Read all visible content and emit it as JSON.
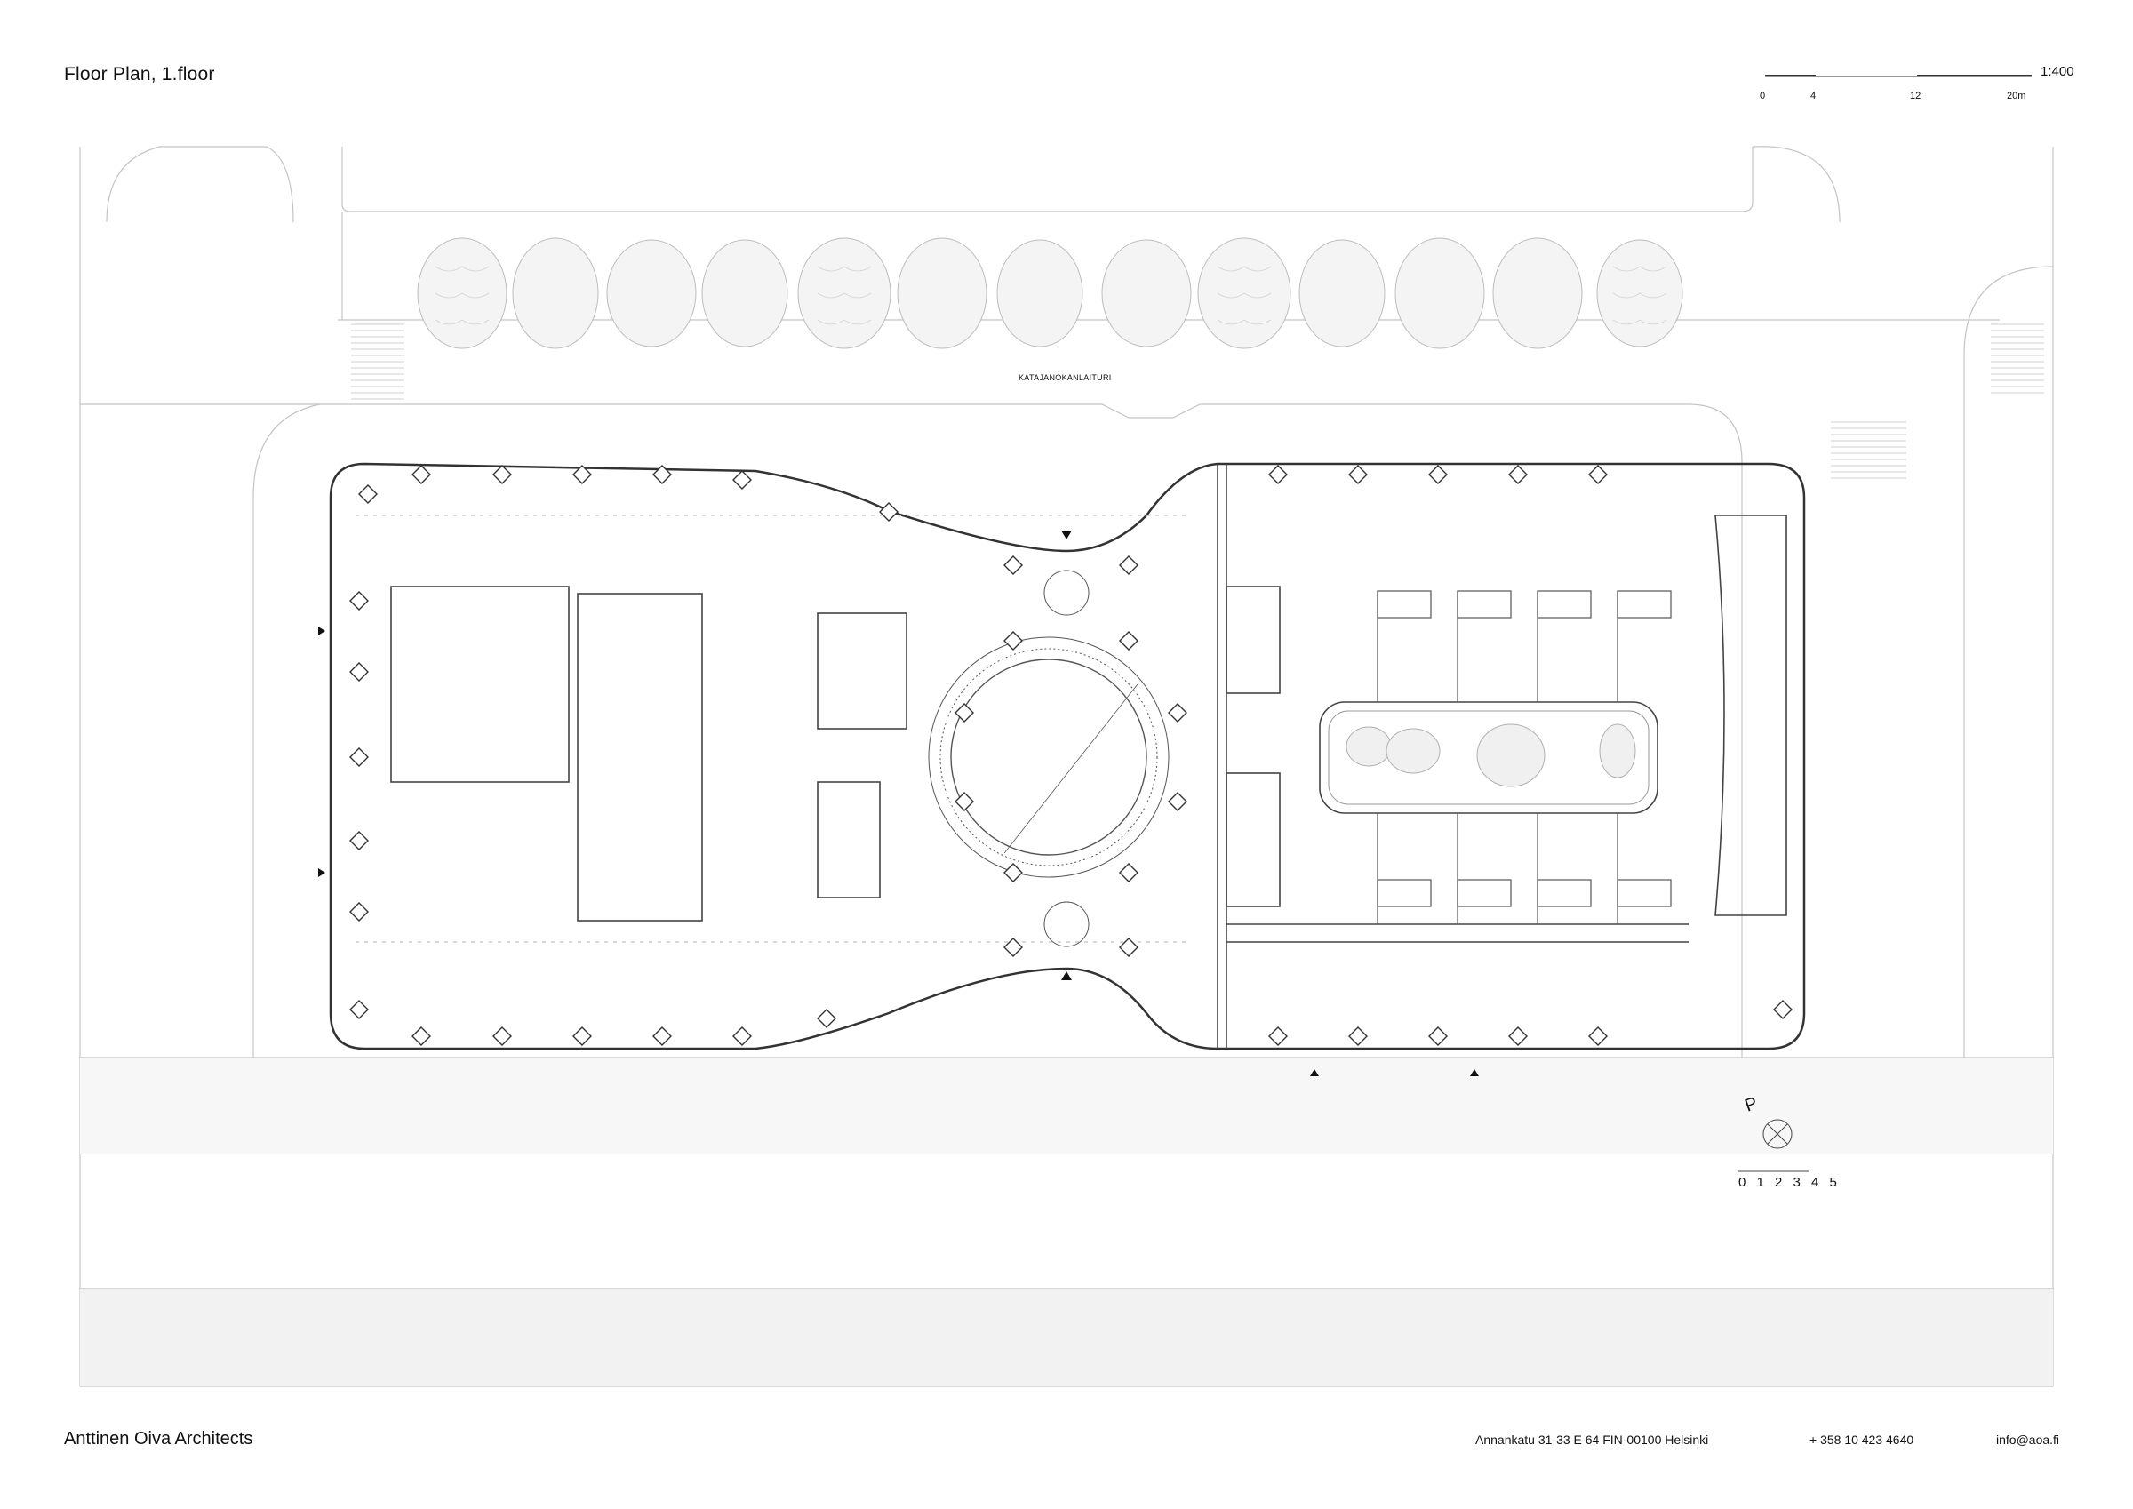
{
  "header": {
    "title": "Floor Plan, 1.floor",
    "scale_ratio": "1:400",
    "scale_ticks": [
      "0",
      "4",
      "12",
      "20m"
    ]
  },
  "plan": {
    "street_label": "KATAJANOKANLAITURI",
    "north_label": "P",
    "mini_scale_label": "0 1 2 3 4 5"
  },
  "footer": {
    "company": "Anttinen Oiva Architects",
    "address": "Annankatu 31-33 E 64 FIN-00100 Helsinki",
    "phone": "+ 358 10 423 4640",
    "email": "info@aoa.fi"
  },
  "colors": {
    "line": "#555555",
    "light_line": "#bbbbbb",
    "tree": "#c8c8c8",
    "pavement": "#f2f2f2"
  }
}
